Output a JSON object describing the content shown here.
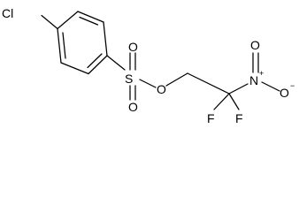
{
  "molecule": {
    "atoms": {
      "cl": "Cl",
      "s": "S",
      "o_top": "O",
      "o_bottom": "O",
      "o_ester": "O",
      "n": "N",
      "o_nitro_top": "O",
      "o_nitro_right": "O",
      "f_left": "F",
      "f_right": "F"
    },
    "charges": {
      "n_plus": "+",
      "o_minus": "−"
    }
  }
}
